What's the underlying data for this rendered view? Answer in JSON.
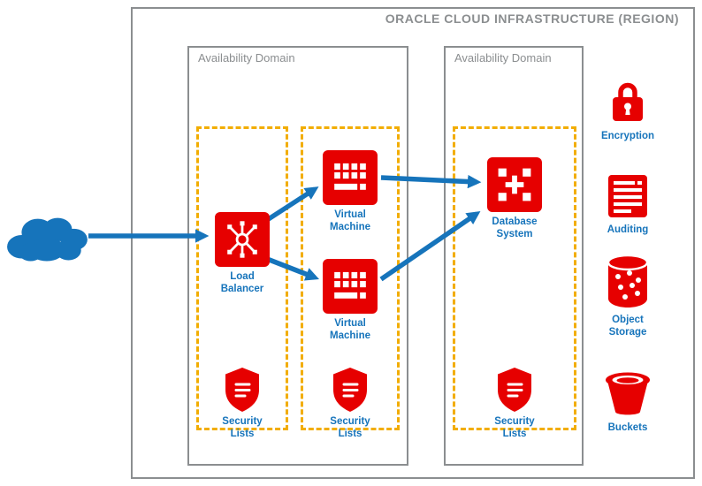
{
  "region": {
    "title": "ORACLE CLOUD INFRASTRUCTURE (REGION)"
  },
  "ads": {
    "left": {
      "label": "Availability Domain"
    },
    "right": {
      "label": "Availability Domain"
    }
  },
  "nodes": {
    "load_balancer": {
      "label": "Load Balancer"
    },
    "vm1": {
      "label": "Virtual Machine"
    },
    "vm2": {
      "label": "Virtual Machine"
    },
    "database": {
      "label": "Database System"
    },
    "security_lists_1": {
      "label": "Security Lists"
    },
    "security_lists_2": {
      "label": "Security Lists"
    },
    "security_lists_3": {
      "label": "Security Lists"
    }
  },
  "services": {
    "encryption": {
      "label": "Encryption"
    },
    "auditing": {
      "label": "Auditing"
    },
    "object_storage": {
      "label": "Object Storage"
    },
    "buckets": {
      "label": "Buckets"
    }
  },
  "colors": {
    "red": "#e60000",
    "blue": "#1674bb",
    "gray": "#8b8e90",
    "yellow": "#f2ad00"
  }
}
